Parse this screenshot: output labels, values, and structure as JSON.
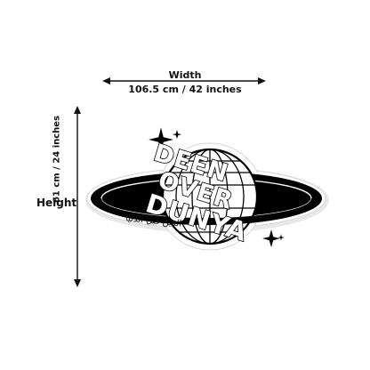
{
  "dimensions": {
    "width_label": "Width",
    "width_value": "106.5 cm / 42 inches",
    "height_label": "Height",
    "height_value": "61 cm / 24 inches"
  },
  "sticker": {
    "line1": "DEEN",
    "line2": "OVER",
    "line3": "DUNYA",
    "arabic_tag": "الدين قبل الدنيا"
  },
  "colors": {
    "ink": "#111111",
    "sticker_black": "#000000",
    "sticker_white": "#ffffff"
  }
}
